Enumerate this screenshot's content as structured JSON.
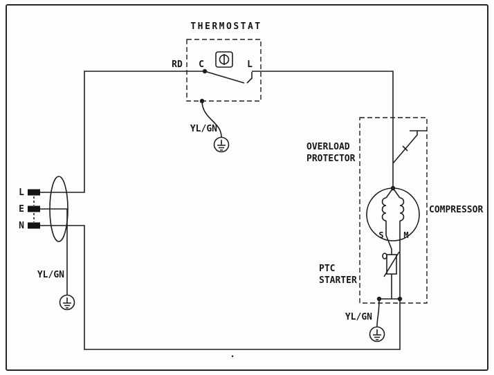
{
  "diagram": {
    "type": "refrigerator-wiring-schematic",
    "colors": {
      "line": "#1d1d1d",
      "background": "#fdfdfd"
    },
    "thermostat": {
      "title": "THERMOSTAT",
      "wire_color_label": "RD",
      "terminal_c": "C",
      "terminal_l": "L",
      "ground_label": "YL/GN"
    },
    "plug": {
      "terminals": [
        "L",
        "E",
        "N"
      ],
      "ground_label": "YL/GN"
    },
    "compressor": {
      "label": "COMPRESSOR",
      "overload_line1": "OVERLOAD",
      "overload_line2": "PROTECTOR",
      "ptc_line1": "PTC",
      "ptc_line2": "STARTER",
      "winding_start": "S",
      "winding_main": "M",
      "ground_label": "YL/GN"
    },
    "stray_mark": "."
  }
}
